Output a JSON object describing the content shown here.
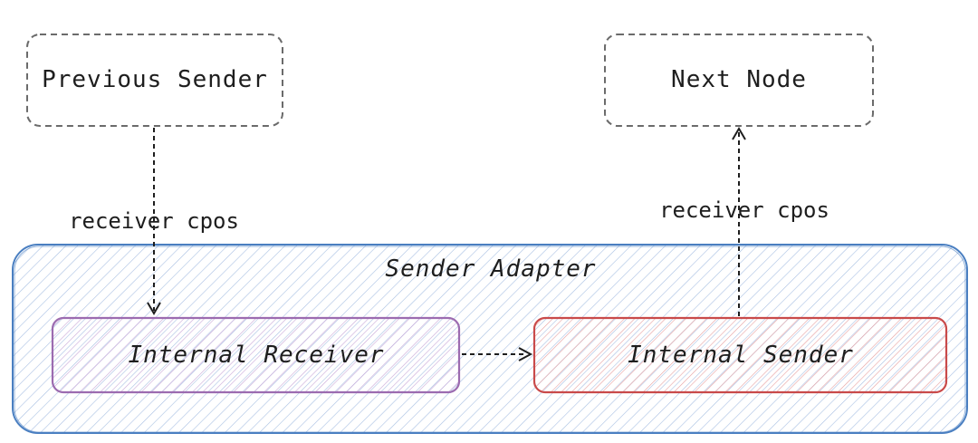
{
  "nodes": {
    "previous_sender": {
      "label": "Previous Sender"
    },
    "next_node": {
      "label": "Next Node"
    },
    "sender_adapter": {
      "label": "Sender Adapter",
      "color": "#4a7fc1",
      "fill": "#dbe6f5"
    },
    "internal_receiver": {
      "label": "Internal Receiver",
      "color": "#9c6bb0",
      "fill": "#ece3f2"
    },
    "internal_sender": {
      "label": "Internal Sender",
      "color": "#c94a4a",
      "fill": "#f6dcdc"
    }
  },
  "edges": {
    "previous_to_receiver": {
      "label": "receiver cpos"
    },
    "sender_to_next": {
      "label": "receiver cpos"
    },
    "receiver_to_sender": {
      "label": ""
    }
  }
}
